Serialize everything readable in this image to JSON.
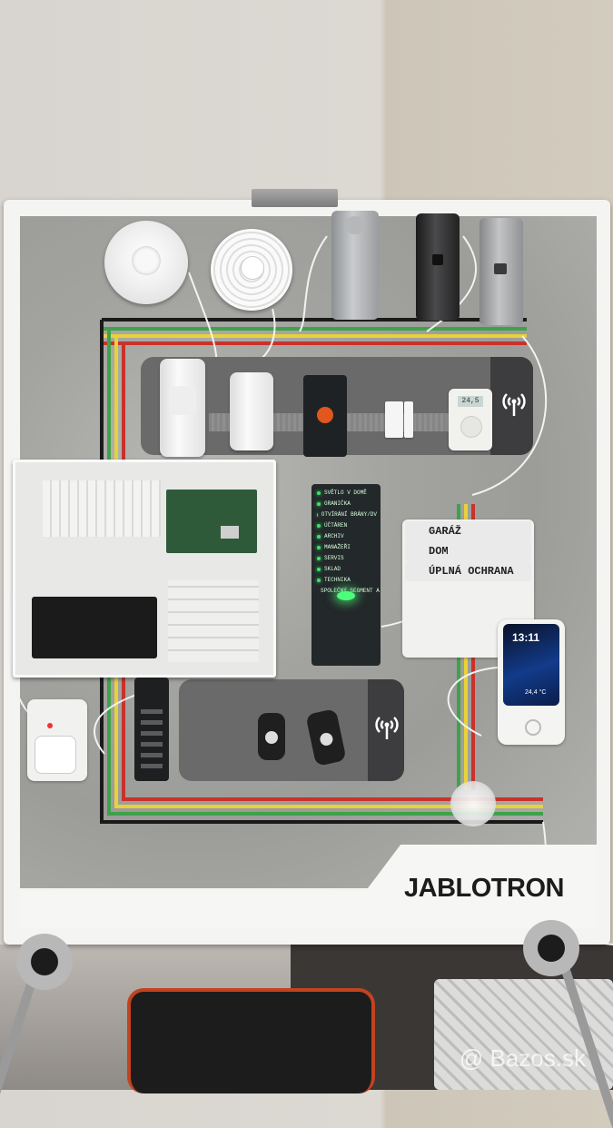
{
  "brand": {
    "logo_text": "JABLOTRON"
  },
  "keypad_module": {
    "segments": [
      "SVĚTLO V DOMĚ",
      "GRANIČKA",
      "OTVÍRÁNÍ BRÁNY/DV",
      "ÚČTÁREN",
      "ARCHIV",
      "MANAŽEŘI",
      "SERVIS",
      "SKLAD",
      "TECHNIKA",
      "SPOLEČNÝ SEGMENT A"
    ]
  },
  "button_panel": {
    "rows": [
      "GARÁŽ",
      "DOM",
      "ÚPLNÁ OCHRANA"
    ]
  },
  "thermostat_display": {
    "value": "24,5"
  },
  "touch_screen": {
    "time": "13:11",
    "temperature": "24,4 °C"
  },
  "wireless_icon": "wifi-icon",
  "watermark": {
    "text": "@ Bazos.sk"
  },
  "colors": {
    "cable_red": "#c8322b",
    "cable_yellow": "#e9d13a",
    "cable_green": "#3fa24a",
    "cable_black": "#1a1a1a",
    "led_green": "#38e36a"
  }
}
